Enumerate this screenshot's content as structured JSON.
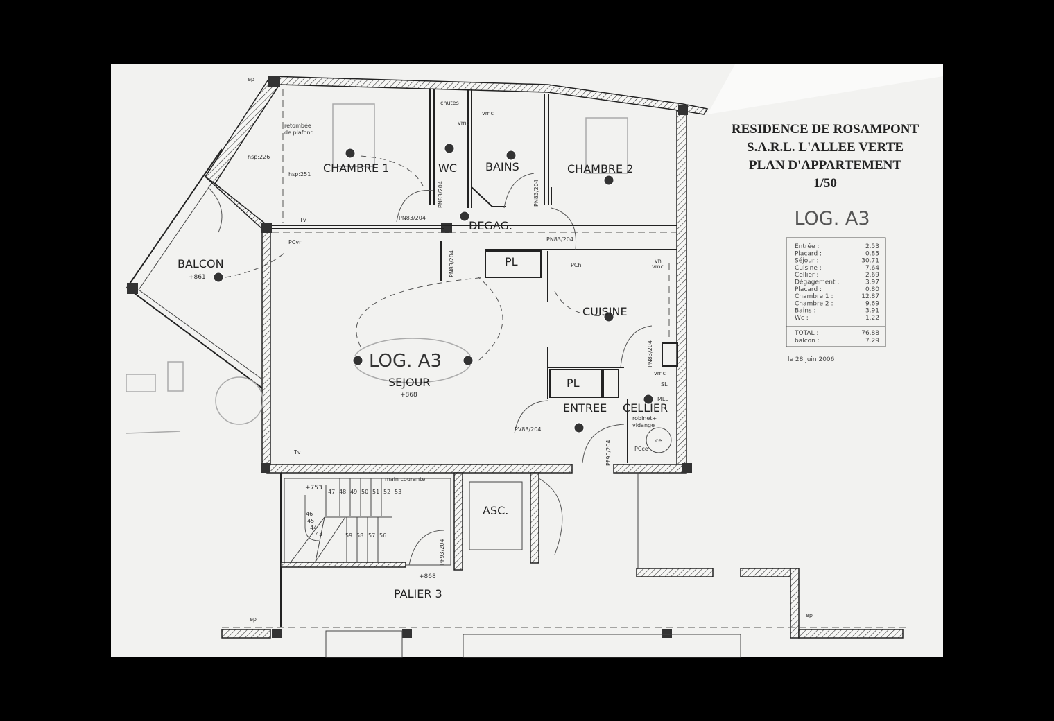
{
  "title_block": {
    "line1": "RESIDENCE DE ROSAMPONT",
    "line2": "S.A.R.L. L'ALLEE VERTE",
    "line3": "PLAN D'APPARTEMENT",
    "scale": "1/50",
    "unit_code": "LOG. A3"
  },
  "areas": {
    "rows": [
      {
        "label": "Entrée :",
        "value": "2.53"
      },
      {
        "label": "Placard :",
        "value": "0.85"
      },
      {
        "label": "Séjour :",
        "value": "30.71"
      },
      {
        "label": "Cuisine :",
        "value": "7.64"
      },
      {
        "label": "Cellier :",
        "value": "2.69"
      },
      {
        "label": "Dégagement :",
        "value": "3.97"
      },
      {
        "label": "Placard :",
        "value": "0.80"
      },
      {
        "label": "Chambre 1 :",
        "value": "12.87"
      },
      {
        "label": "Chambre 2 :",
        "value": "9.69"
      },
      {
        "label": "Bains :",
        "value": "3.91"
      },
      {
        "label": "Wc :",
        "value": "1.22"
      }
    ],
    "total_label": "TOTAL :",
    "total_value": "76.88",
    "balcon_label": "balcon :",
    "balcon_value": "7.29",
    "date": "le 28 juin 2006"
  },
  "rooms": {
    "chambre1": "CHAMBRE 1",
    "wc": "WC",
    "bains": "BAINS",
    "chambre2": "CHAMBRE 2",
    "degag": "DEGAG.",
    "balcon": "BALCON",
    "balcon_level": "+861",
    "pl1": "PL",
    "pl2": "PL",
    "cuisine": "CUISINE",
    "log": "LOG. A3",
    "sejour": "SEJOUR",
    "sejour_level": "+868",
    "entree": "ENTREE",
    "cellier": "CELLIER",
    "asc": "ASC.",
    "palier": "PALIER 3",
    "palier_level": "+868",
    "stair_level": "+753"
  },
  "annotations": {
    "ep": "ep",
    "retombee1": "retombée",
    "retombee2": "de plafond",
    "hsp226": "hsp:226",
    "hsp251": "hsp:251",
    "chutes": "chutes",
    "vmc": "vmc",
    "door_pn83_1": "PN83/204",
    "door_pn83_2": "PN83/204",
    "door_pn83_3": "PN83/204",
    "door_pn83_4": "PN83/204",
    "door_pn83_5": "PN83/204",
    "door_pn83_6": "PN83/204",
    "door_pv83": "PV83/204",
    "door_pf90": "PF90/204",
    "door_pf93": "PF93/204",
    "pcvr": "PCvr",
    "pch": "PCh",
    "vh": "vh",
    "sl": "SL",
    "mll": "MLL",
    "robinet1": "robinet+",
    "robinet2": "vidange",
    "ce": "ce",
    "pcce": "PCce",
    "tv": "Tv",
    "main_courante": "main courante",
    "steps_top": [
      "47",
      "48",
      "49",
      "50",
      "51",
      "52",
      "53"
    ],
    "steps_turn": [
      "46",
      "45",
      "44",
      "43"
    ],
    "steps_bottom": [
      "59",
      "58",
      "57",
      "56"
    ]
  }
}
